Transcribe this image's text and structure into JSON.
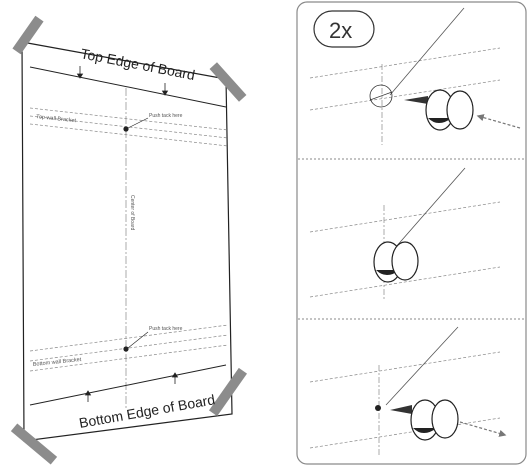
{
  "board": {
    "top_edge_label": "Top Edge of Board",
    "bottom_edge_label": "Bottom Edge of Board",
    "top_bracket_label": "Top wall Bracket",
    "bottom_bracket_label": "Bottom wall Bracket",
    "center_label": "Center of Board",
    "push_tack_top": "Push tack here",
    "push_tack_bottom": "Push tack here"
  },
  "steps": {
    "multiplier": "2x",
    "count": 3
  },
  "colors": {
    "tape": "#8c8c8c",
    "line": "#222222",
    "dashed": "#888888",
    "panel_border": "#8a8a8a",
    "panel_divider": "#a0a0a0"
  }
}
